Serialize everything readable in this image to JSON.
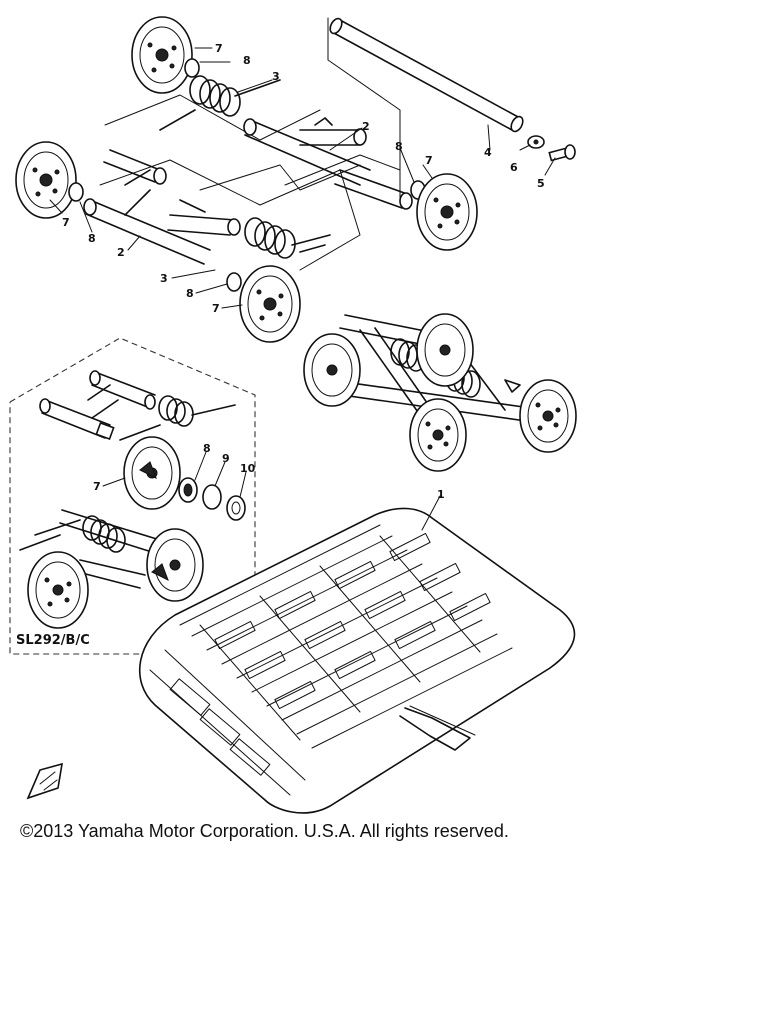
{
  "callouts": {
    "c1": "1",
    "c2a": "2",
    "c2b": "2",
    "c3a": "3",
    "c3b": "3",
    "c4": "4",
    "c5": "5",
    "c6": "6",
    "c7a": "7",
    "c7b": "7",
    "c7c": "7",
    "c7d": "7",
    "c7e": "7",
    "c8a": "8",
    "c8b": "8",
    "c8c": "8",
    "c8d": "8",
    "c8e": "8",
    "c9": "9",
    "c10": "10"
  },
  "model_label": "SL292/B/C",
  "copyright": "©2013 Yamaha Motor Corporation. U.S.A. All rights reserved."
}
